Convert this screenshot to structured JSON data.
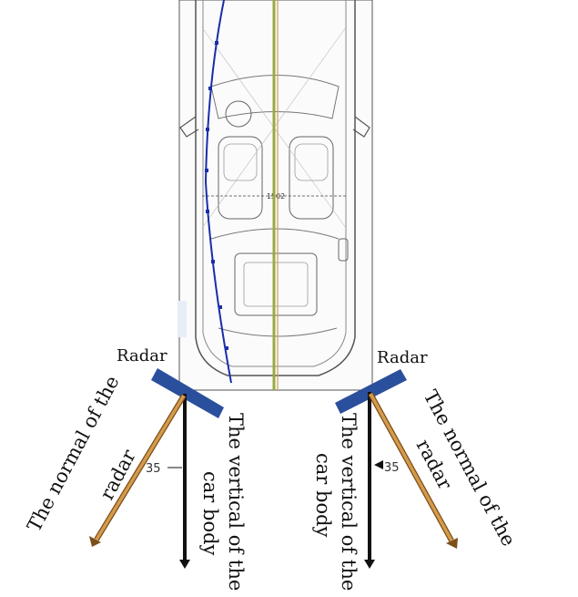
{
  "labels": {
    "radar_left": "Radar",
    "radar_right": "Radar",
    "normal_left_line1": "The normal of the",
    "normal_left_line2": "radar",
    "normal_right_line1": "The normal of the",
    "normal_right_line2": "radar",
    "vertical_left_line1": "The vertical of the",
    "vertical_left_line2": "car body",
    "vertical_right_line1": "The vertical of the",
    "vertical_right_line2": "car body",
    "angle_left": "35",
    "angle_right": "35",
    "car_dimension": "1502"
  },
  "colors": {
    "radar": "#2a4f9c",
    "normal_arrow": "#c98a3a",
    "vertical_arrow": "#111111",
    "centerline": "#9aaa40",
    "curve": "#1a2ea8"
  }
}
